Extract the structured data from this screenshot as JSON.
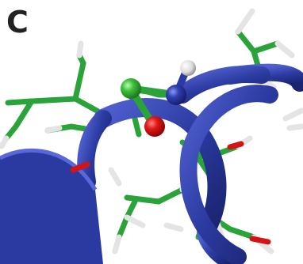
{
  "panel_label": "C",
  "colors": {
    "backbone": "#2b3aa0",
    "bonds": "#2aa33a",
    "hydrogen": "#eaeaea",
    "oxygen": "#d41414",
    "nitrogen": "#2a3aa8",
    "carbon_highlight": "#2fb52f"
  },
  "atoms": [
    {
      "name": "carbon-atom",
      "element": "C"
    },
    {
      "name": "nitrogen-atom",
      "element": "N"
    },
    {
      "name": "oxygen-atom",
      "element": "O"
    },
    {
      "name": "hydrogen-atom",
      "element": "H"
    }
  ]
}
